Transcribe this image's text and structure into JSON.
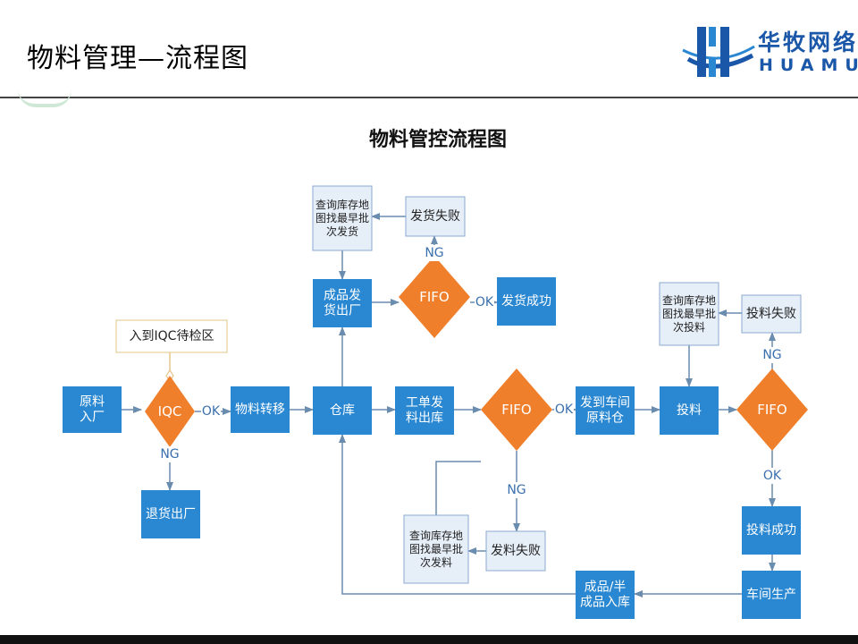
{
  "header": {
    "title": "物料管理—流程图",
    "logo": {
      "name_cn": "华牧网络",
      "name_en": "HUAMU",
      "icon": "h-logo-icon"
    }
  },
  "diagram": {
    "title": "物料管控流程图",
    "colors": {
      "primary_box": "#2a87d1",
      "secondary_box": "#e6eef8",
      "secondary_border": "#8ba8cf",
      "decision": "#f07f2c",
      "note_fill": "#ffffff",
      "note_border": "#e6c58a",
      "arrow": "#6a8caf",
      "edge_label": "#3a6fae"
    },
    "nodes": [
      {
        "id": "raw_in",
        "type": "process",
        "text": [
          "原料",
          "入厂"
        ]
      },
      {
        "id": "iqc_area",
        "type": "note",
        "text": [
          "入到IQC待检区"
        ]
      },
      {
        "id": "iqc",
        "type": "decision",
        "text": [
          "IQC"
        ]
      },
      {
        "id": "return_out",
        "type": "process",
        "text": [
          "退货出厂"
        ]
      },
      {
        "id": "transfer",
        "type": "process",
        "text": [
          "物料转移"
        ]
      },
      {
        "id": "warehouse",
        "type": "process",
        "text": [
          "仓库"
        ]
      },
      {
        "id": "ship_out",
        "type": "process",
        "text": [
          "成品发",
          "货出厂"
        ]
      },
      {
        "id": "fifo_ship",
        "type": "decision",
        "text": [
          "FIFO"
        ]
      },
      {
        "id": "ship_ok",
        "type": "process",
        "text": [
          "发货成功"
        ]
      },
      {
        "id": "ship_fail",
        "type": "subprocess",
        "text": [
          "发货失败"
        ]
      },
      {
        "id": "q_ship",
        "type": "subprocess",
        "text": [
          "查询库存地",
          "图找最早批",
          "次发货"
        ]
      },
      {
        "id": "wo_issue",
        "type": "process",
        "text": [
          "工单发",
          "料出库"
        ]
      },
      {
        "id": "fifo_issue",
        "type": "decision",
        "text": [
          "FIFO"
        ]
      },
      {
        "id": "issue_fail",
        "type": "subprocess",
        "text": [
          "发料失败"
        ]
      },
      {
        "id": "q_issue",
        "type": "subprocess",
        "text": [
          "查询库存地",
          "图找最早批",
          "次发料"
        ]
      },
      {
        "id": "to_line",
        "type": "process",
        "text": [
          "发到车间",
          "原料仓"
        ]
      },
      {
        "id": "feed",
        "type": "process",
        "text": [
          "投料"
        ]
      },
      {
        "id": "fifo_feed",
        "type": "decision",
        "text": [
          "FIFO"
        ]
      },
      {
        "id": "feed_fail",
        "type": "subprocess",
        "text": [
          "投料失败"
        ]
      },
      {
        "id": "q_feed",
        "type": "subprocess",
        "text": [
          "查询库存地",
          "图找最早批",
          "次投料"
        ]
      },
      {
        "id": "feed_ok",
        "type": "process",
        "text": [
          "投料成功"
        ]
      },
      {
        "id": "production",
        "type": "process",
        "text": [
          "车间生产"
        ]
      },
      {
        "id": "fg_in",
        "type": "process",
        "text": [
          "成品/半",
          "成品入库"
        ]
      }
    ],
    "edge_labels": {
      "iqc_ok": "OK",
      "iqc_ng": "NG",
      "fifo_ship_ok": "OK",
      "fifo_ship_ng": "NG",
      "fifo_issue_ok": "OK",
      "fifo_issue_ng": "NG",
      "fifo_feed_ok": "OK",
      "fifo_feed_ng": "NG"
    }
  }
}
